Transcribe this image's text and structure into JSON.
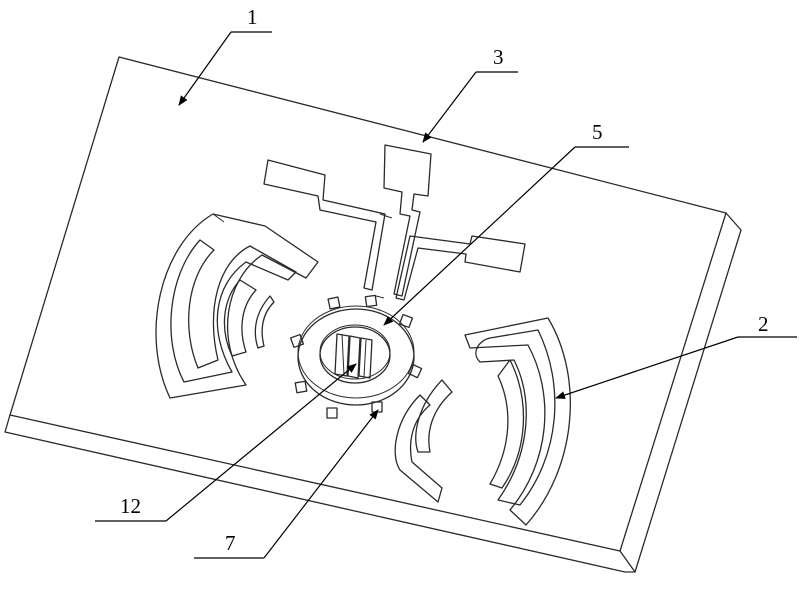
{
  "labels": [
    {
      "id": "1",
      "text": "1"
    },
    {
      "id": "2",
      "text": "2"
    },
    {
      "id": "3",
      "text": "3"
    },
    {
      "id": "5",
      "text": "5"
    },
    {
      "id": "7",
      "text": "7"
    },
    {
      "id": "12",
      "text": "12"
    }
  ]
}
